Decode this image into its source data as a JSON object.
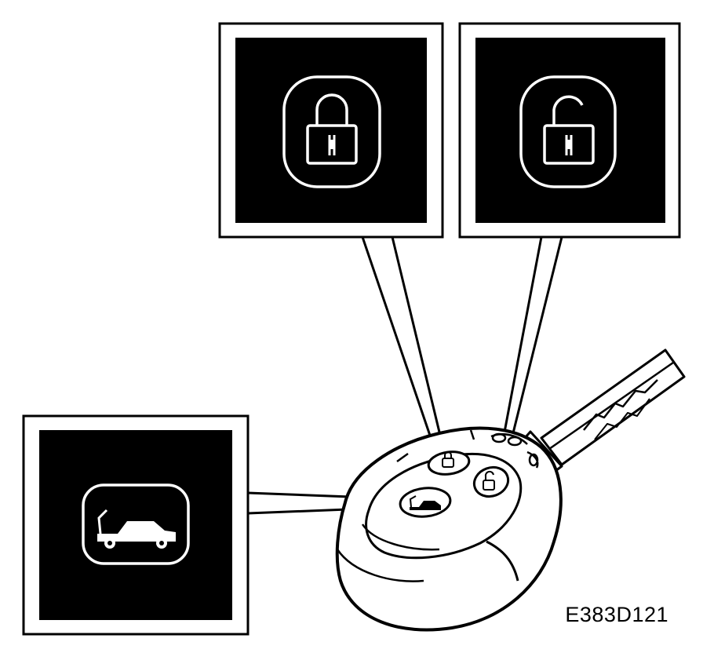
{
  "figure": {
    "reference_code": "E383D121",
    "callouts": [
      {
        "id": "lock",
        "icon": "padlock-closed-icon"
      },
      {
        "id": "unlock",
        "icon": "padlock-open-icon"
      },
      {
        "id": "trunk",
        "icon": "trunk-open-car-icon"
      }
    ],
    "key_fob_buttons": [
      "lock-button",
      "unlock-button",
      "trunk-release-button"
    ],
    "colors": {
      "ink": "#000000",
      "paper": "#ffffff"
    }
  }
}
